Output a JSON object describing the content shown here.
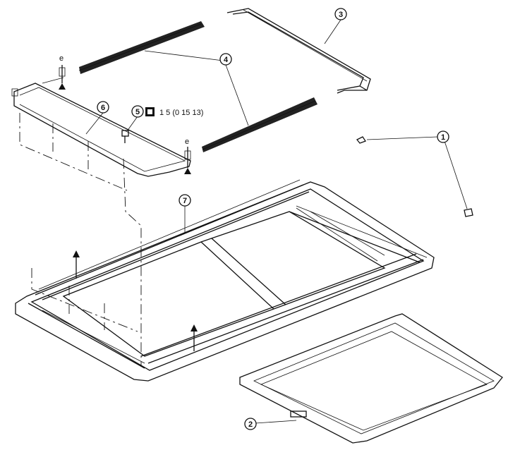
{
  "callouts": [
    {
      "id": "1",
      "label": "1"
    },
    {
      "id": "2",
      "label": "2"
    },
    {
      "id": "3",
      "label": "3"
    },
    {
      "id": "4",
      "label": "4"
    },
    {
      "id": "5",
      "label": "5"
    },
    {
      "id": "6",
      "label": "6"
    },
    {
      "id": "7",
      "label": "7"
    }
  ],
  "torque_spec": "1 5 (0 15  13)",
  "clip_marks": [
    "e",
    "e"
  ],
  "colors": {
    "line": "#111111",
    "background": "#ffffff"
  }
}
